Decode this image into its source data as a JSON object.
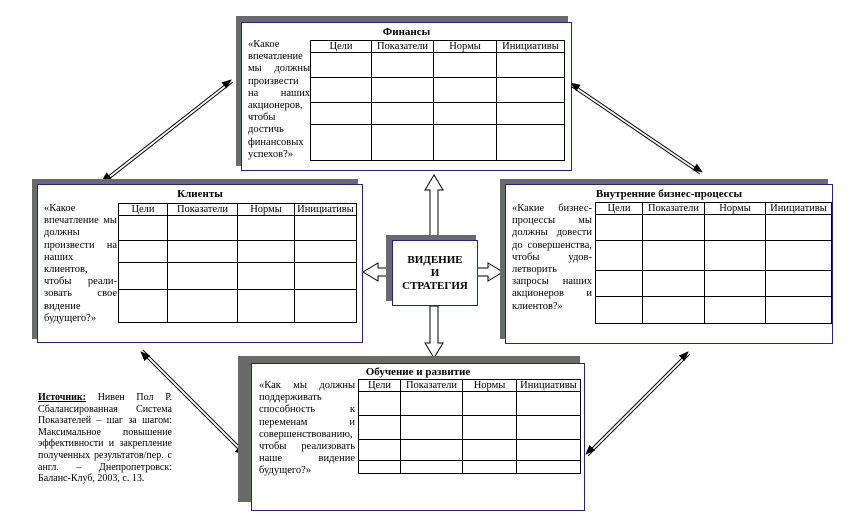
{
  "columns": [
    "Цели",
    "Показатели",
    "Нормы",
    "Инициативы"
  ],
  "panels": {
    "finance": {
      "title": "Финансы",
      "question": "«Какое впечатление мы должны произвести на наших акционеров, чтобы достичь финансовых успехов?»"
    },
    "clients": {
      "title": "Клиенты",
      "question": "«Какое впечатление мы должны произвести на наших клиентов, чтобы реали-зовать свое видение будущего?»"
    },
    "processes": {
      "title": "Внутренние бизнес-процессы",
      "question": "«Какие бизнес-процессы мы должны довести до совершенства, чтобы удов-летворить запросы наших акционеров и клиентов?»"
    },
    "learning": {
      "title": "Обучение и развитие",
      "question": "«Как мы должны поддерживать способность к переменам и совершенствованию, чтобы реализовать наше видение будущего?»"
    }
  },
  "center": {
    "line1": "ВИДЕНИЕ",
    "line2": "И",
    "line3": "СТРАТЕГИЯ"
  },
  "source": {
    "label": "Источник:",
    "text": "Нивен Пол Р. Сбалансированная Система Показателей – шаг за шагом: Максимальное повышение эффективности и закрепление полученных результатов/пер. с англ. – Днепропетровск: Баланс-Клуб, 2003, с. 13."
  }
}
